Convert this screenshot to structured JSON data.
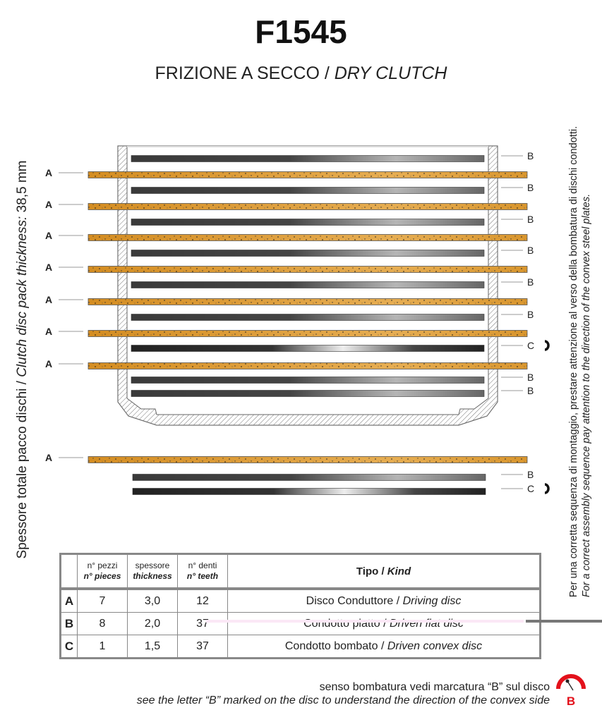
{
  "title": "F1545",
  "subtitle": {
    "it": "FRIZIONE A SECCO / ",
    "en": "DRY CLUTCH"
  },
  "left_vertical": {
    "it": "Spessore totale pacco dischi / ",
    "en": "Clutch disc pack thickness:",
    "value": " 38,5 mm"
  },
  "right_vertical": {
    "it": "Per una corretta sequenza di montaggio, prestare attenzione al verso della bombatura di dischi condotti.",
    "en": "For a correct assembly sequence pay attention to the direction of the convex steel plates."
  },
  "stack_inside": [
    "B",
    "A",
    "B",
    "A",
    "B",
    "A",
    "B",
    "A",
    "B",
    "A",
    "B",
    "A",
    "C",
    "A",
    "B",
    "B"
  ],
  "stack_outside": [
    "A",
    "B",
    "C"
  ],
  "colors": {
    "friction": "#d9962e",
    "steel": "#3a3a3a",
    "accent": "#e3111b"
  },
  "table": {
    "headers": [
      {
        "it": "n° pezzi",
        "en": "n° pieces"
      },
      {
        "it": "spessore",
        "en": "thickness"
      },
      {
        "it": "n° denti",
        "en": "n° teeth"
      },
      {
        "it": "Tipo / ",
        "en": "Kind"
      }
    ],
    "rows": [
      {
        "letter": "A",
        "pieces": "7",
        "thickness": "3,0",
        "teeth": "12",
        "it": "Disco Conduttore / ",
        "en": "Driving disc"
      },
      {
        "letter": "B",
        "pieces": "8",
        "thickness": "2,0",
        "teeth": "37",
        "it": "Condotto piatto / ",
        "en": "Driven flat disc"
      },
      {
        "letter": "C",
        "pieces": "1",
        "thickness": "1,5",
        "teeth": "37",
        "it": "Condotto bombato / ",
        "en": "Driven convex disc"
      }
    ]
  },
  "note": {
    "it": "senso bombatura vedi marcatura “B” sul disco",
    "en": "see the letter “B” marked on the disc to understand the direction of the convex side",
    "icon_letter": "B"
  }
}
